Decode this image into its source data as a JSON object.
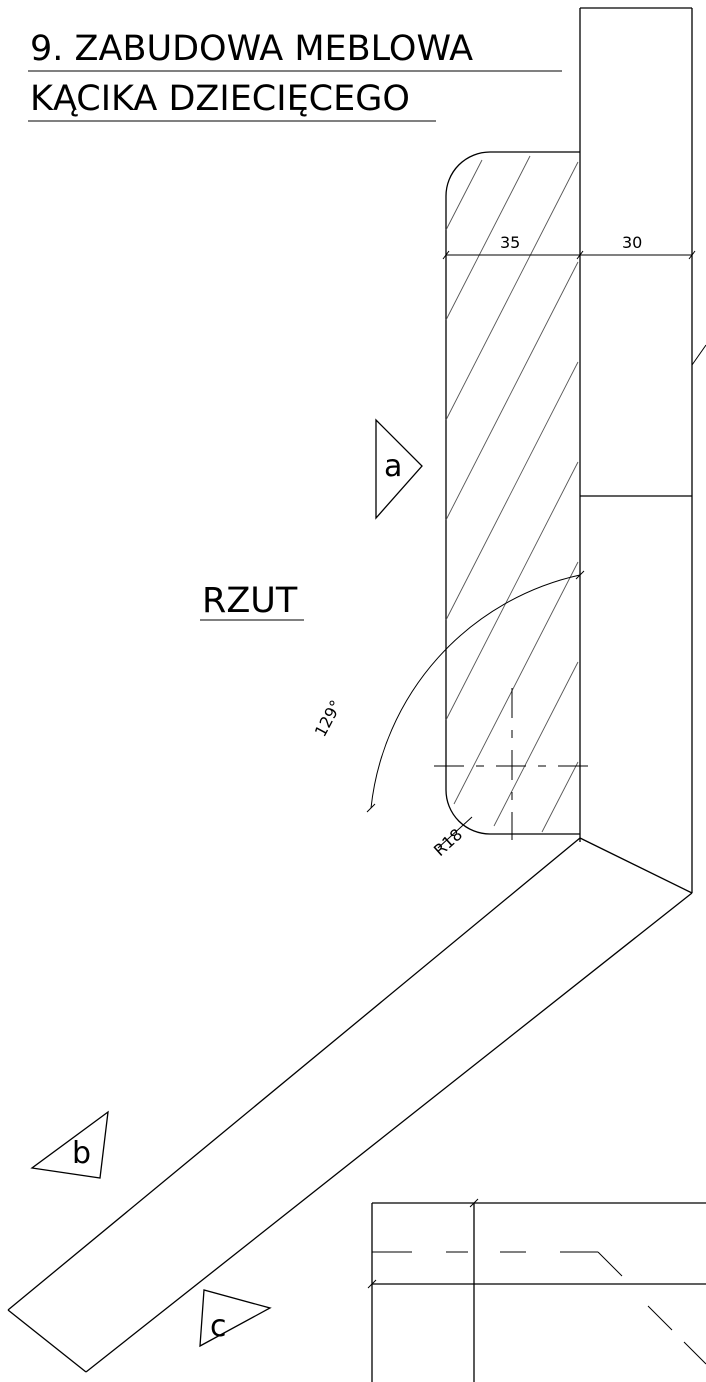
{
  "title": {
    "line1": "9. ZABUDOWA MEBLOWA",
    "line2": "KĄCIKA DZIECIĘCEGO"
  },
  "view_label": "RZUT",
  "dimensions": {
    "width_left": "35",
    "width_right": "30",
    "angle": "129°",
    "radius": "R18"
  },
  "markers": {
    "a": "a",
    "b": "b",
    "c": "c"
  }
}
